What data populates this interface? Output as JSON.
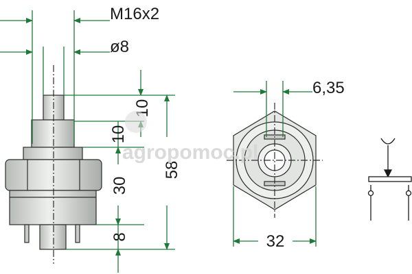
{
  "dimensions": {
    "thread": "M16x2",
    "pin_diameter": "ø8",
    "pin_length": "10",
    "upper_nut_height": "10",
    "body_height": "30",
    "bottom_length": "8",
    "overall_height": "58",
    "terminal_width": "6,35",
    "hex_width": "32"
  },
  "watermark": {
    "text": "agropomoc.pl"
  },
  "colors": {
    "dimension_line": "#1f7a3a",
    "part_fill": "#d9dcd9",
    "outline": "#2b2b2b",
    "watermark_accent": "#e06060"
  }
}
